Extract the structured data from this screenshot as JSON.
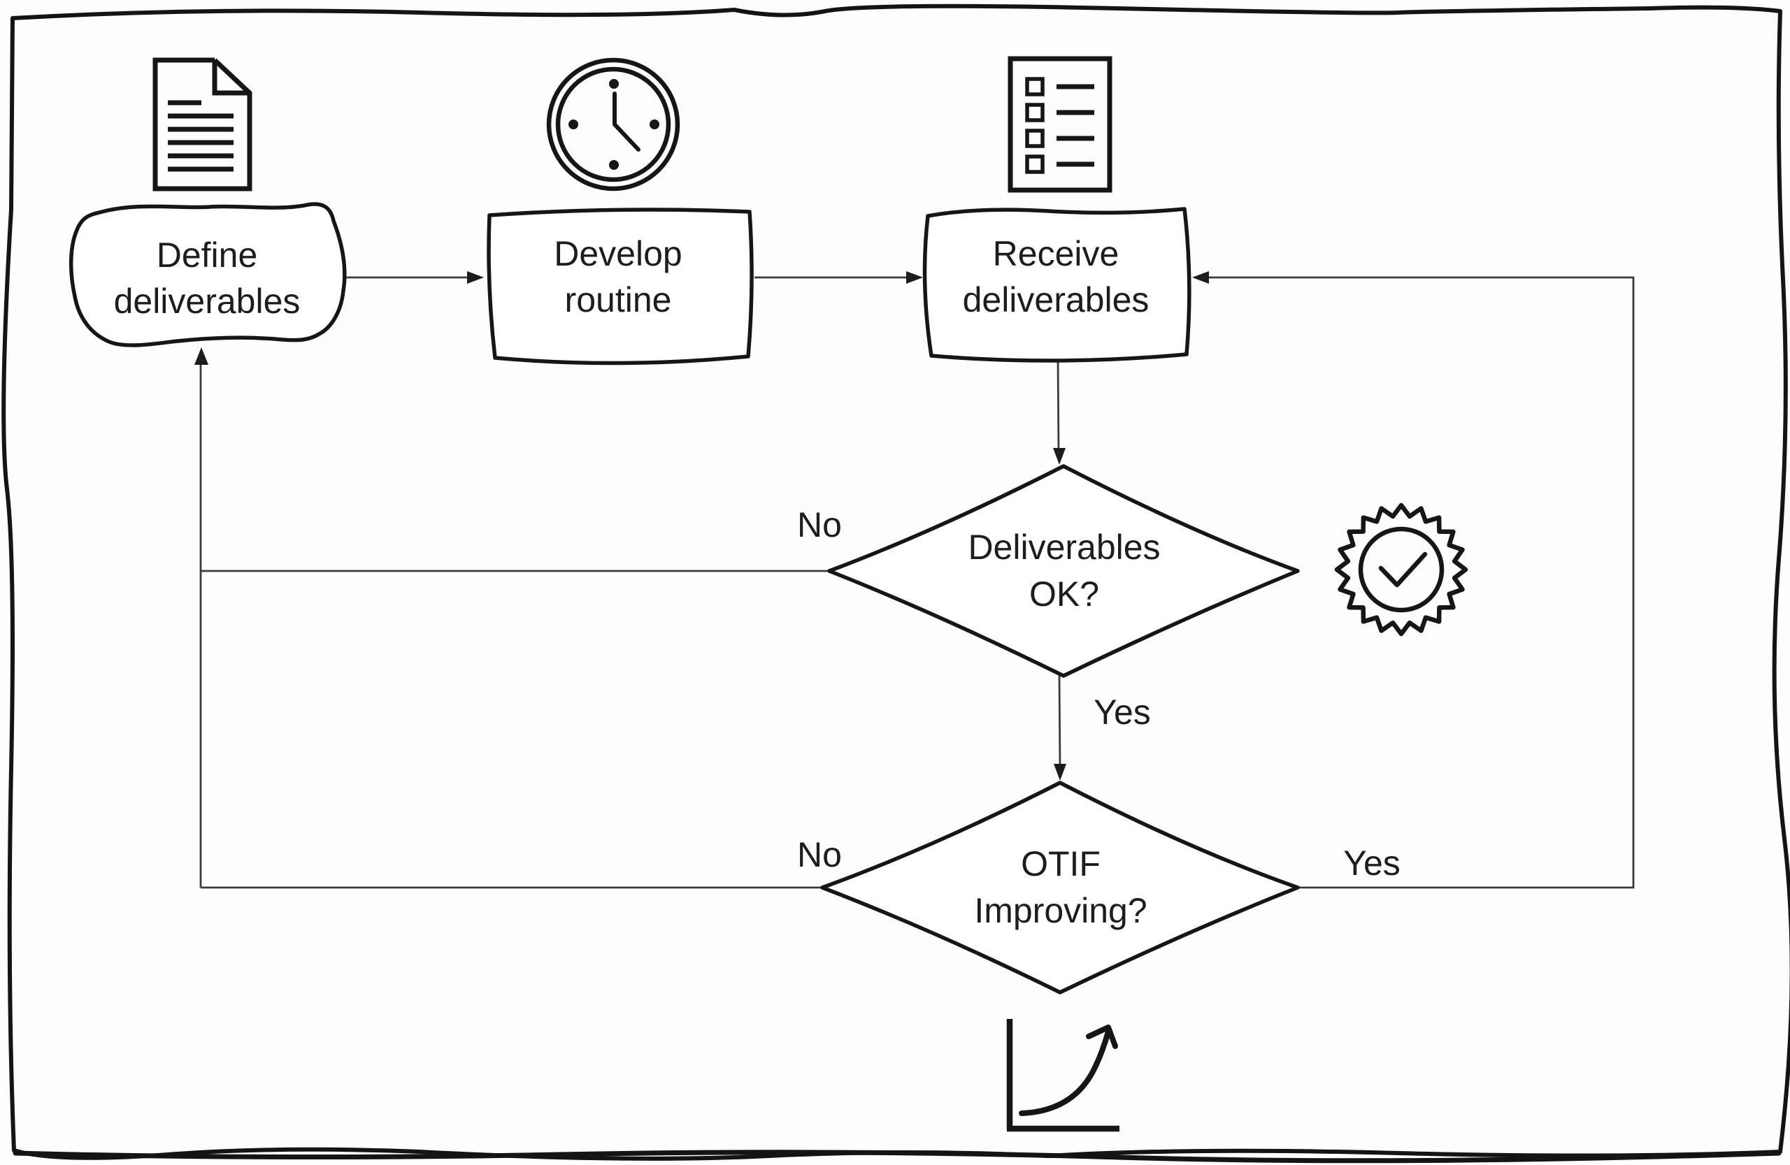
{
  "flowchart": {
    "nodes": {
      "define": {
        "line1": "Define",
        "line2": "deliverables",
        "icon": "document-icon"
      },
      "develop": {
        "line1": "Develop",
        "line2": "routine",
        "icon": "clock-icon"
      },
      "receive": {
        "line1": "Receive",
        "line2": "deliverables",
        "icon": "checklist-icon"
      },
      "deliverables_ok": {
        "line1": "Deliverables",
        "line2": "OK?",
        "icon": "approval-badge-icon"
      },
      "otif_improving": {
        "line1": "OTIF",
        "line2": "Improving?",
        "icon": "growth-chart-icon"
      }
    },
    "edge_labels": {
      "deliverables_ok_no": "No",
      "deliverables_ok_yes": "Yes",
      "otif_improving_no": "No",
      "otif_improving_yes": "Yes"
    },
    "colors": {
      "ink": "#161616",
      "connector": "#3b3b3b",
      "background": "#ffffff"
    }
  }
}
